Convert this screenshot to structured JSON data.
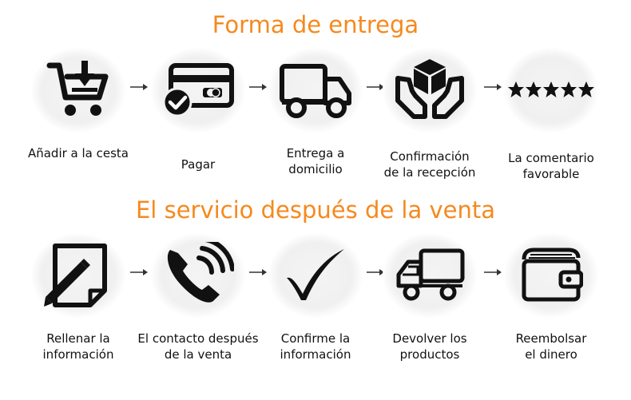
{
  "sections": [
    {
      "title": "Forma de entrega",
      "steps": [
        {
          "icon": "cart-download-icon",
          "label": [
            "Añadir a la cesta"
          ]
        },
        {
          "icon": "card-check-icon",
          "label": [
            "Pagar"
          ]
        },
        {
          "icon": "truck-icon",
          "label": [
            "Entrega a",
            "domicilio"
          ]
        },
        {
          "icon": "hands-box-icon",
          "label": [
            "Confirmación",
            "de la recepción"
          ]
        },
        {
          "icon": "five-stars-icon",
          "label": [
            "La comentario",
            "favorable"
          ]
        }
      ]
    },
    {
      "title": "El servicio después de la venta",
      "steps": [
        {
          "icon": "note-pencil-icon",
          "label": [
            "Rellenar la",
            "información"
          ]
        },
        {
          "icon": "phone-icon",
          "label": [
            "El contacto después",
            "de la venta"
          ]
        },
        {
          "icon": "checkmark-icon",
          "label": [
            "Confirme la",
            "información"
          ]
        },
        {
          "icon": "truck-outline-icon",
          "label": [
            "Devolver los",
            "productos"
          ]
        },
        {
          "icon": "wallet-icon",
          "label": [
            "Reembolsar",
            "el dinero"
          ]
        }
      ]
    }
  ],
  "colors": {
    "title": "#f5891e",
    "icon": "#111111",
    "arrow": "#333333"
  }
}
